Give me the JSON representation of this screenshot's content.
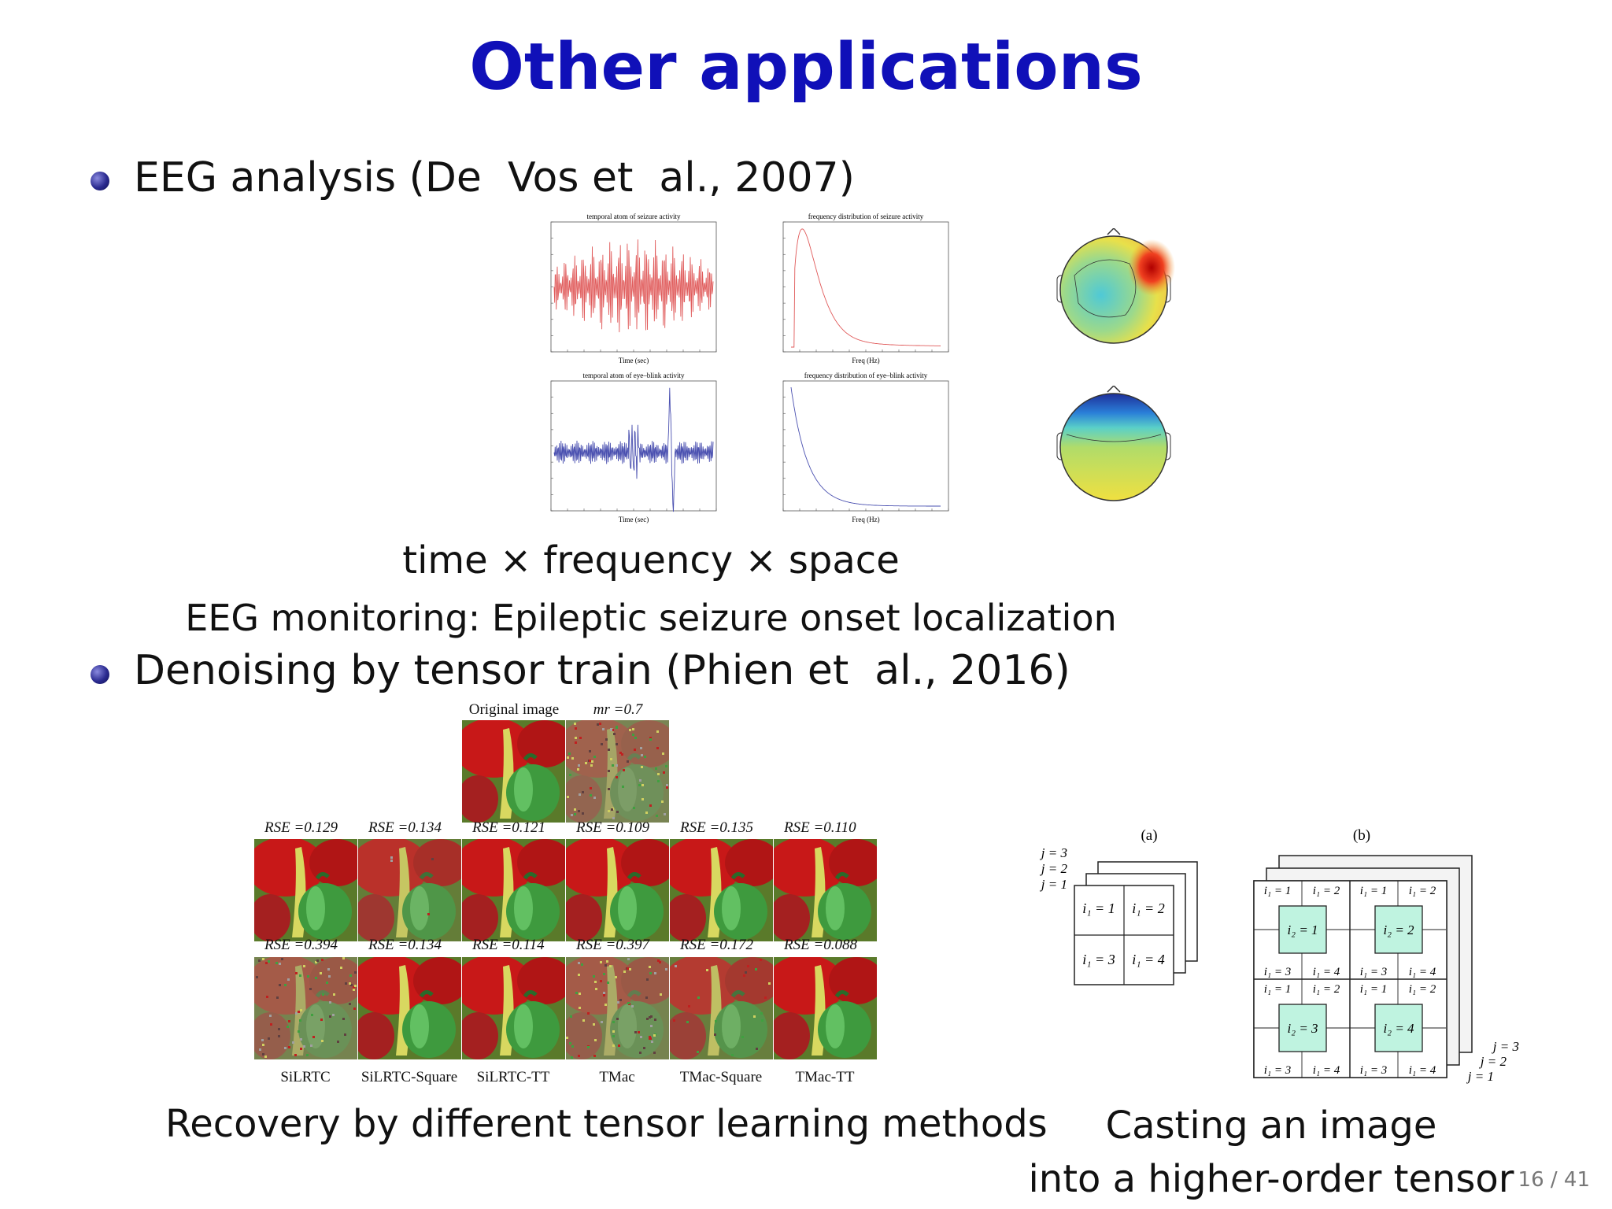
{
  "slide": {
    "title": "Other applications",
    "page_number": "16 / 41"
  },
  "bullets": [
    {
      "text": "EEG analysis (De  Vos et  al., 2007)"
    },
    {
      "text": "Denoising by tensor train (Phien et  al., 2016)"
    }
  ],
  "eeg": {
    "plots": [
      {
        "title": "temporal atom  of seizure activity",
        "xlabel": "Time (sec)",
        "color": "#e05a5a"
      },
      {
        "title": "frequency distribution of seizure activity",
        "xlabel": "Freq (Hz)",
        "color": "#e05a5a"
      },
      {
        "title": "temporal atom  of eye–blink activity",
        "xlabel": "Time (sec)",
        "color": "#4a50b0"
      },
      {
        "title": "frequency distribution of eye–blink activity",
        "xlabel": "Freq (Hz)",
        "color": "#4a50b0"
      }
    ],
    "caption_main": "time × frequency × space",
    "caption_sub": "EEG monitoring: Epileptic seizure onset localization"
  },
  "denoising": {
    "top_labels": [
      "Original image",
      "mr =0.7"
    ],
    "row1_rse": [
      "RSE =0.129",
      "RSE =0.134",
      "RSE =0.121",
      "RSE =0.109",
      "RSE =0.135",
      "RSE =0.110"
    ],
    "row2_rse": [
      "RSE =0.394",
      "RSE =0.134",
      "RSE =0.114",
      "RSE =0.397",
      "RSE =0.172",
      "RSE =0.088"
    ],
    "methods": [
      "SiLRTC",
      "SiLRTC-Square",
      "SiLRTC-TT",
      "TMac",
      "TMac-Square",
      "TMac-TT"
    ],
    "caption": "Recovery by different tensor learning methods"
  },
  "tensor": {
    "panel_a": "(a)",
    "panel_b": "(b)",
    "j_labels": [
      "j = 3",
      "j = 2",
      "j = 1"
    ],
    "a_cells": [
      "i₁ = 1",
      "i₁ = 2",
      "i₁ = 3",
      "i₁ = 4"
    ],
    "b_inner": [
      "i₂ = 1",
      "i₂ = 2",
      "i₂ = 3",
      "i₂ = 4"
    ],
    "caption_line1": "Casting an image",
    "caption_line2": "into a higher-order tensor"
  }
}
